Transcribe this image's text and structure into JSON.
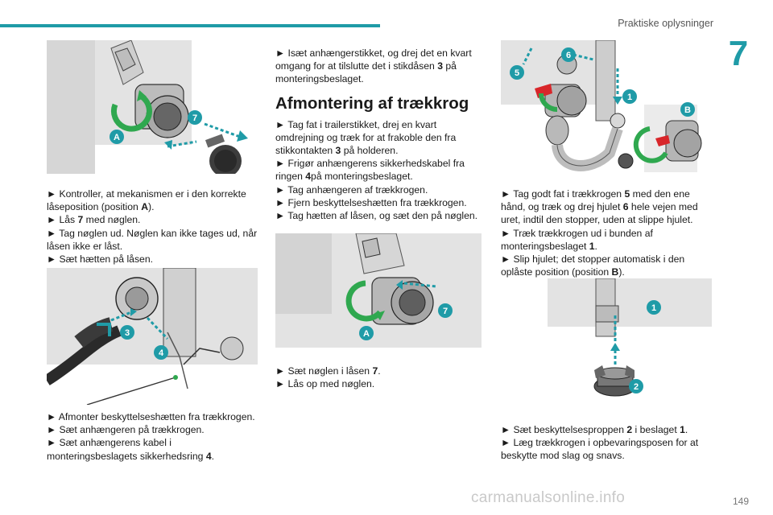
{
  "header": {
    "section": "Praktiske oplysninger",
    "chapter": "7"
  },
  "page_number": "149",
  "watermark": "carmanualsonline.info",
  "col1": {
    "fig1_labels": {
      "a": "A",
      "seven": "7"
    },
    "text1": [
      "► Kontroller, at mekanismen er i den korrekte låseposition (position ",
      "A",
      ").",
      "► Lås ",
      "7",
      " med nøglen.",
      "► Tag nøglen ud. Nøglen kan ikke tages ud, når låsen ikke er låst.",
      "► Sæt hætten på låsen."
    ],
    "fig2_labels": {
      "three": "3",
      "four": "4"
    },
    "text2": [
      "► Afmonter beskyttelseshætten fra trækkrogen.",
      "► Sæt anhængeren på trækkrogen.",
      "► Sæt anhængerens kabel i monteringsbeslagets sikkerhedsring ",
      "4",
      "."
    ]
  },
  "col2": {
    "intro": [
      "► Isæt anhængerstikket, og drej det en kvart omgang for at tilslutte det i stikdåsen ",
      "3",
      " på monteringsbeslaget."
    ],
    "heading": "Afmontering af trækkrog",
    "steps": [
      "► Tag fat i trailerstikket, drej en kvart omdrejning og træk for at frakoble den fra stikkontakten ",
      "3",
      " på holderen.",
      "► Frigør anhængerens sikkerhedskabel fra ringen ",
      "4",
      "på monteringsbeslaget.",
      "► Tag anhængeren af trækkrogen.",
      "► Fjern beskyttelseshætten fra trækkrogen.",
      "► Tag hætten af låsen, og sæt den på nøglen."
    ],
    "fig_labels": {
      "a": "A",
      "seven": "7"
    },
    "text_after": [
      "► Sæt nøglen i låsen ",
      "7",
      ".",
      "► Lås op med nøglen."
    ]
  },
  "col3": {
    "fig1_labels": {
      "five": "5",
      "six": "6",
      "one": "1",
      "b": "B"
    },
    "text1": [
      "► Tag godt fat i trækkrogen ",
      "5",
      " med den ene hånd, og træk og drej hjulet ",
      "6",
      " hele vejen med uret, indtil den stopper, uden at slippe hjulet.",
      "► Træk trækkrogen ud i bunden af monteringsbeslaget ",
      "1",
      ".",
      "► Slip hjulet; det stopper automatisk i den oplåste position (position ",
      "B",
      ")."
    ],
    "fig2_labels": {
      "one": "1",
      "two": "2"
    },
    "text2": [
      "► Sæt beskyttelsesproppen ",
      "2",
      " i beslaget ",
      "1",
      ".",
      "► Læg trækkrogen i opbevaringsposen for at beskytte mod slag og snavs."
    ]
  },
  "colors": {
    "accent": "#1f9ba7",
    "green": "#2fa84f",
    "red": "#d8262a",
    "figure_bg": "#e6e6e6"
  }
}
